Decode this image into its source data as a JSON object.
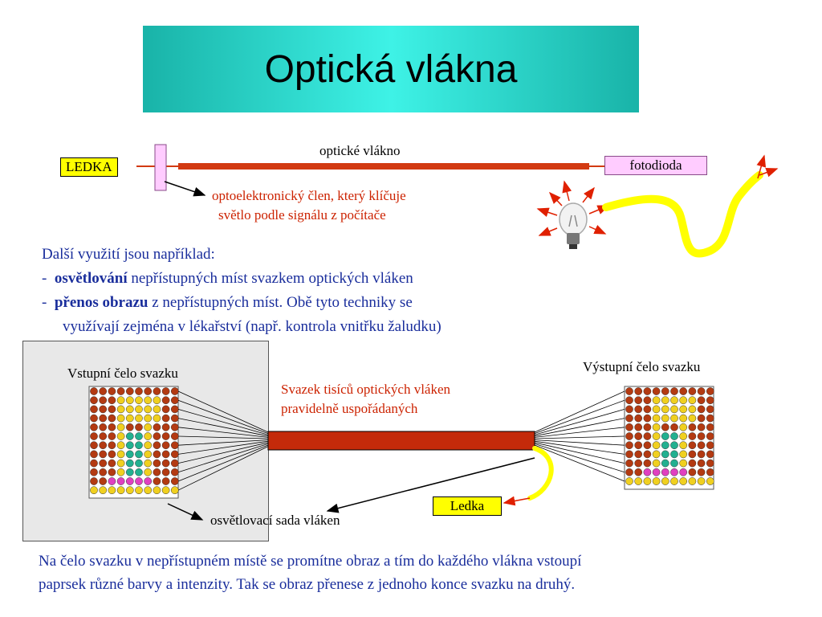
{
  "title": "Optická vlákna",
  "top_diagram": {
    "led_label": "LEDKA",
    "fiber_label": "optické vlákno",
    "photodiode_label": "fotodioda",
    "modulator_line1": "optoelektronický člen, který klíčuje",
    "modulator_line2": "světlo podle signálu z počítače"
  },
  "uses": {
    "intro": "Další využití jsou například:",
    "item1_dash": "-",
    "item1_bold": "osvětlování",
    "item1_rest": " nepřístupných míst svazkem optických vláken",
    "item2_dash": "-",
    "item2_bold": "přenos obrazu",
    "item2_rest": " z nepřístupných míst. Obě tyto techniky se",
    "item2_cont": "využívají zejména v lékařství (např. kontrola vnitřku žaludku)"
  },
  "bundle_diagram": {
    "input_label": "Vstupní čelo svazku",
    "output_label": "Výstupní čelo svazku",
    "bundle_line1": "Svazek tisíců optických vláken",
    "bundle_line2": "pravidelně uspořádaných",
    "illumination_label": "osvětlovací sada vláken",
    "led_label": "Ledka"
  },
  "footer_line1": "Na čelo svazku v nepřístupném místě se promítne obraz a tím do každého vlákna vstoupí",
  "footer_line2": "paprsek různé barvy a intenzity. Tak se obraz přenese z jednoho konce svazku na druhý.",
  "colors": {
    "title_gradient_edge": "#19b3a8",
    "title_gradient_center": "#3ef2e6",
    "fiber_red": "#d23a12",
    "bundle_red": "#c42a0a",
    "led_yellow": "#ffff00",
    "photodiode_pink": "#ffccff",
    "text_blue": "#1a2e9c",
    "text_red": "#cc2200",
    "dot_red": "#b33a12",
    "dot_yellow": "#f0d020",
    "dot_teal": "#22b090",
    "dot_magenta": "#e040c0"
  },
  "icons": [
    "light-bulb-icon"
  ]
}
